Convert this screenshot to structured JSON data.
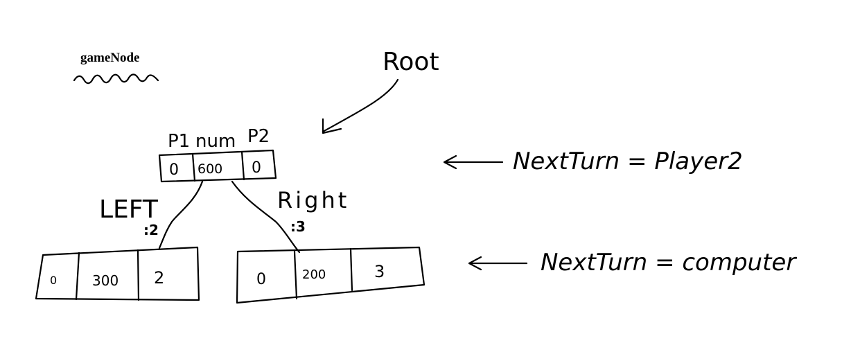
{
  "title": "gameNode",
  "root_label": "Root",
  "root_node": {
    "headers": [
      "P1",
      "num",
      "P2"
    ],
    "cells": [
      "0",
      "600",
      "0"
    ],
    "turn_label": "NextTurn = Player2"
  },
  "edges": {
    "left": {
      "label": "LEFT",
      "sub": ":2"
    },
    "right": {
      "label": "Right",
      "sub": ":3"
    }
  },
  "children": [
    {
      "cells": [
        "0",
        "300",
        "2"
      ]
    },
    {
      "cells": [
        "0",
        "200",
        "3"
      ]
    }
  ],
  "children_turn_label": "NextTurn = computer"
}
